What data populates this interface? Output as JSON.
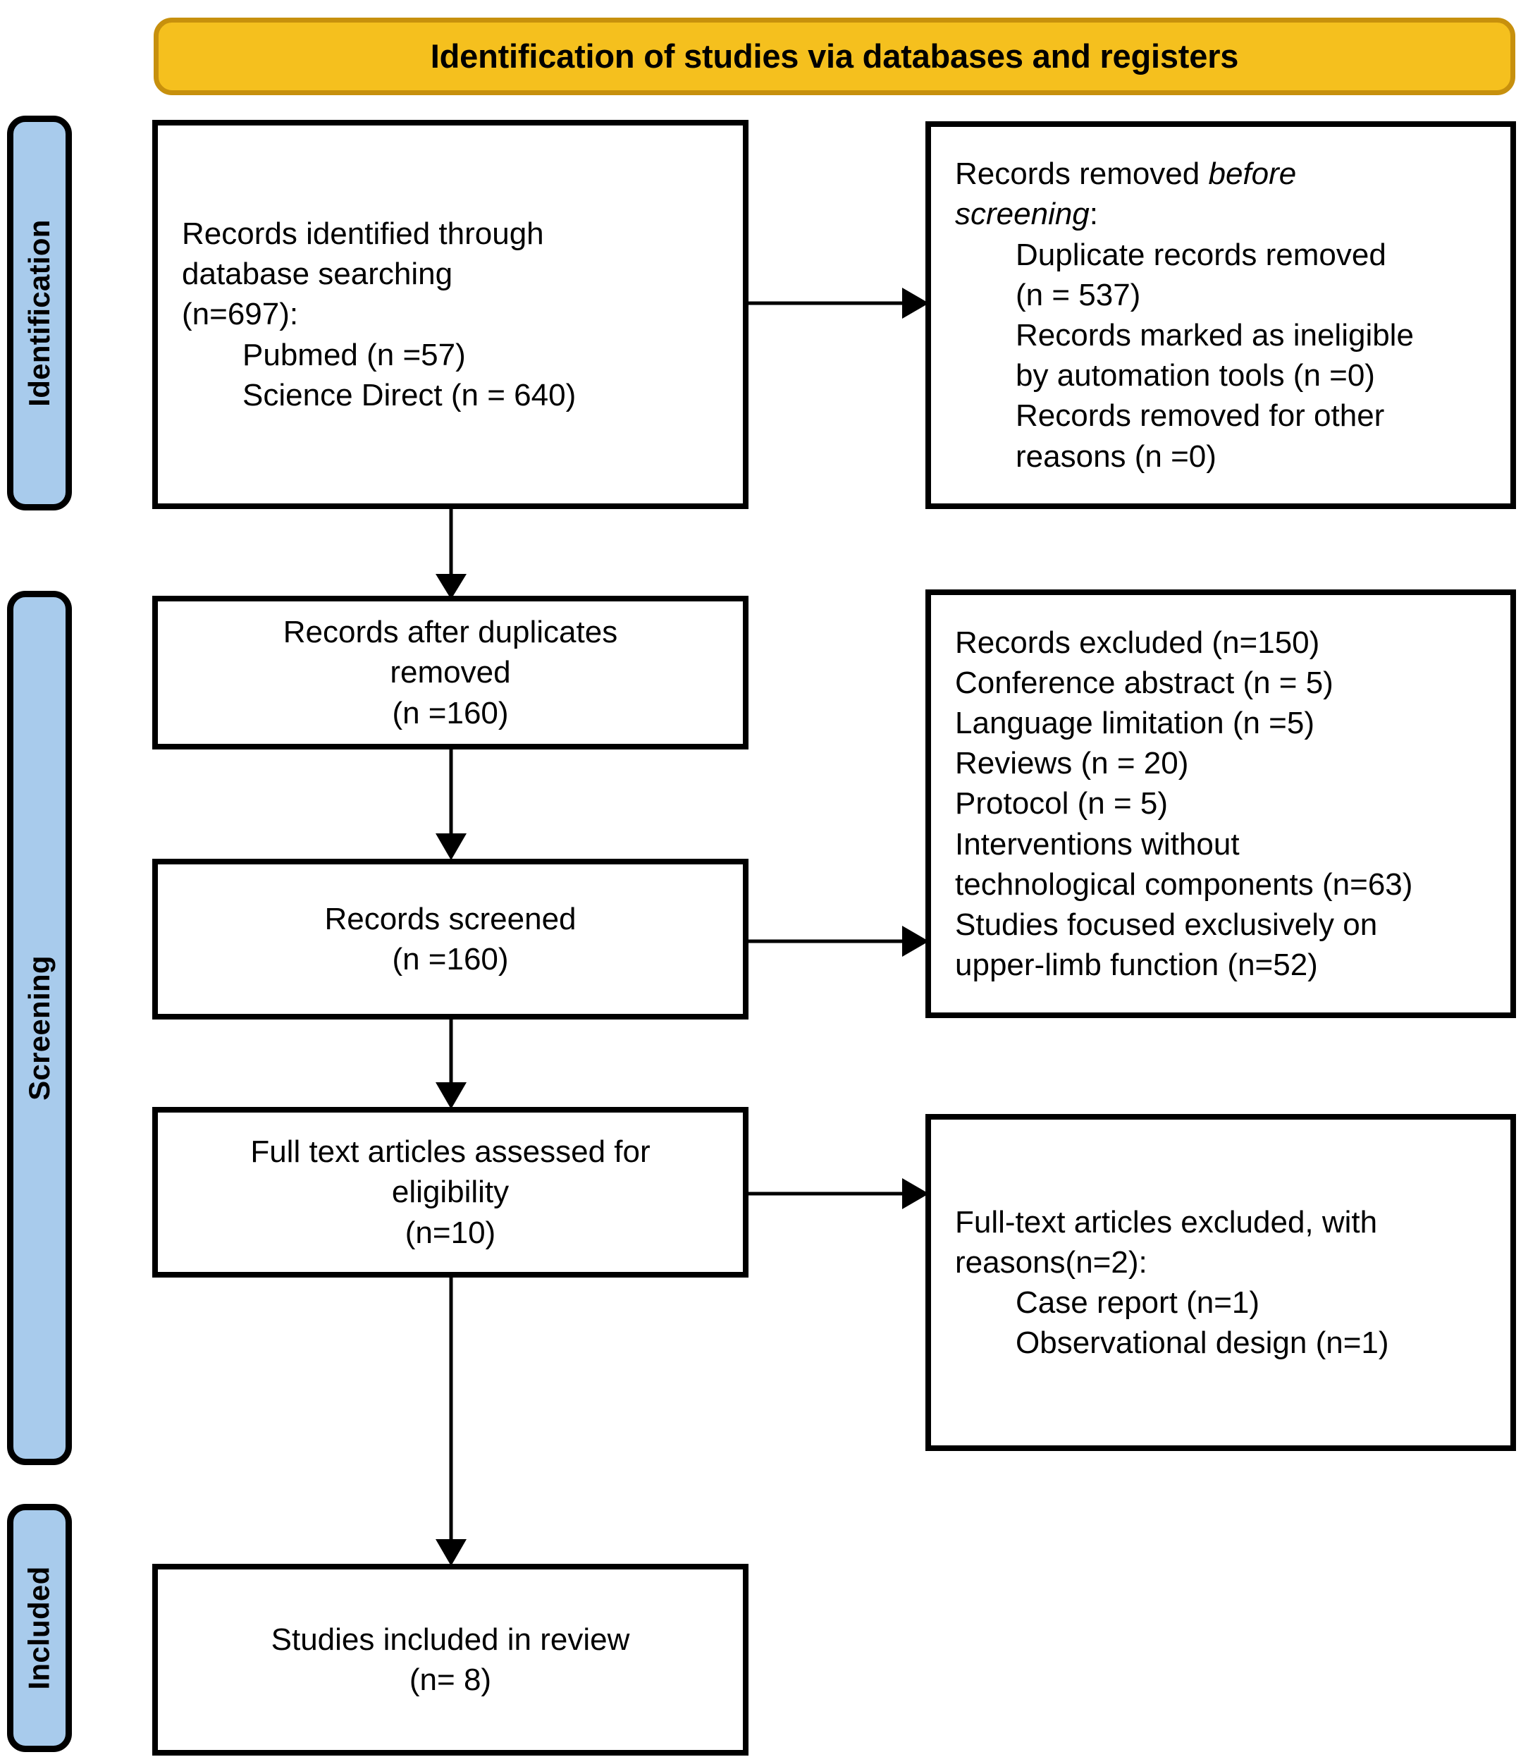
{
  "header": {
    "title": "Identification of studies via databases and registers",
    "fill_color": "#F5C01E",
    "border_color": "#C7900D"
  },
  "stages": {
    "pill_fill_color": "#A8CBEC",
    "identification": "Identification",
    "screening": "Screening",
    "included": "Included"
  },
  "boxes": {
    "identified": "Records identified through\ndatabase searching\n(n=697):",
    "identified_sub_1": "Pubmed (n =57)",
    "identified_sub_2": "Science Direct (n = 640)",
    "removed_line_1": "Records removed ",
    "removed_line_1_italic": "before",
    "removed_line_2_italic": "screening",
    "removed_line_2_tail": ":",
    "removed_sub_1": "Duplicate records removed",
    "removed_sub_1b": "(n = 537)",
    "removed_sub_2": "Records marked as ineligible",
    "removed_sub_2b": "by automation tools (n =0)",
    "removed_sub_3": "Records removed for other",
    "removed_sub_3b": "reasons (n =0)",
    "after_duplicates": "Records after duplicates\nremoved\n(n =160)",
    "screened": "Records screened\n(n =160)",
    "excluded": "Records excluded (n=150)\nConference abstract (n = 5)\nLanguage limitation (n =5)\nReviews (n = 20)\nProtocol (n = 5)\nInterventions without\ntechnological components (n=63)\nStudies focused exclusively on\nupper-limb function (n=52)",
    "fulltext_assessed": "Full text articles assessed for\neligibility\n(n=10)",
    "fulltext_excluded": "Full-text articles excluded, with\nreasons(n=2):",
    "fulltext_excluded_sub_1": "Case report (n=1)",
    "fulltext_excluded_sub_2": "Observational design (n=1)",
    "included": "Studies included in review\n(n= 8)"
  },
  "counts": {
    "records_identified": 697,
    "pubmed": 57,
    "science_direct": 640,
    "duplicate_records_removed": 537,
    "marked_ineligible_automation": 0,
    "removed_other_reasons": 0,
    "records_after_duplicates": 160,
    "records_screened": 160,
    "records_excluded": 150,
    "conference_abstract": 5,
    "language_limitation": 5,
    "reviews": 20,
    "protocol": 5,
    "no_technological_components": 63,
    "upper_limb_only": 52,
    "fulltext_assessed": 10,
    "fulltext_excluded": 2,
    "case_report": 1,
    "observational_design": 1,
    "studies_included": 8
  }
}
